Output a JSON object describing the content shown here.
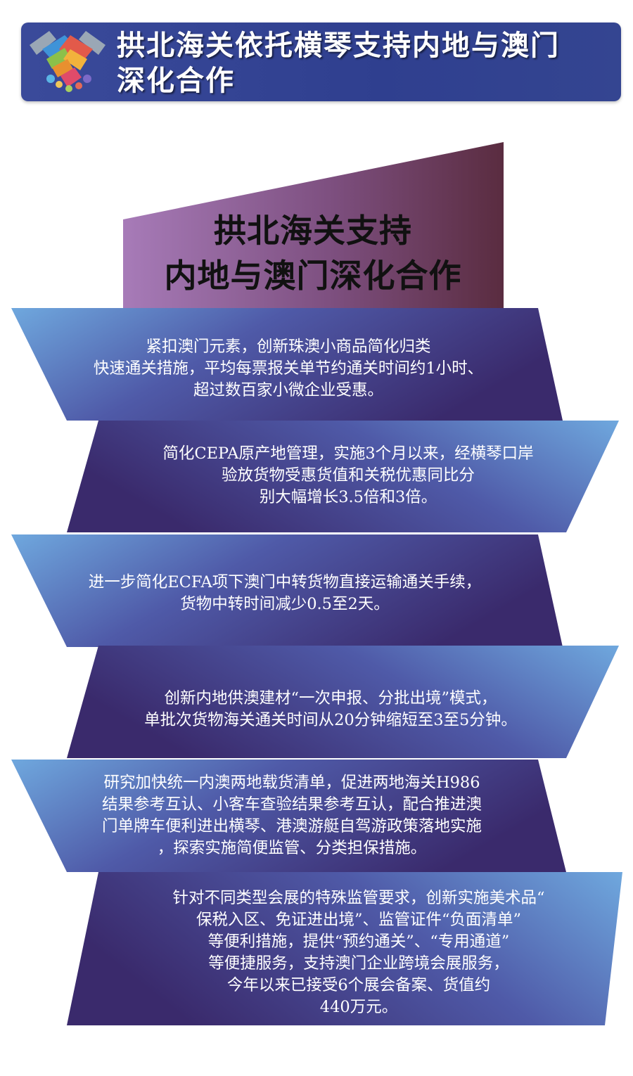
{
  "header": {
    "title_line1": "拱北海关依托横琴支持内地与澳门",
    "title_line2": "深化合作",
    "icon": "handshake-icon"
  },
  "main_title": {
    "line1": "拱北海关支持",
    "line2": "内地与澳门深化合作"
  },
  "panels": [
    {
      "lines": [
        "紧扣澳门元素，创新珠澳小商品简化归类",
        "快速通关措施，平均每票报关单节约通关时间约1小时、",
        "超过数百家小微企业受惠。"
      ]
    },
    {
      "lines": [
        "简化CEPA原产地管理，实施3个月以来，经横琴口岸",
        "验放货物受惠货值和关税优惠同比分",
        "别大幅增长3.5倍和3倍。"
      ]
    },
    {
      "lines": [
        "进一步简化ECFA项下澳门中转货物直接运输通关手续，",
        "货物中转时间减少0.5至2天。"
      ]
    },
    {
      "lines": [
        "创新内地供澳建材“一次申报、分批出境”模式，",
        "单批次货物海关通关时间从20分钟缩短至3至5分钟。"
      ]
    },
    {
      "lines": [
        "研究加快统一内澳两地载货清单，促进两地海关H986",
        "结果参考互认、小客车查验结果参考互认，配合推进澳",
        "门单牌车便利进出横琴、港澳游艇自驾游政策落地实施",
        "，探索实施简便监管、分类担保措施。"
      ]
    },
    {
      "lines": [
        "针对不同类型会展的特殊监管要求，创新实施美术品“",
        "保税入区、免证进出境”、监管证件“负面清单”",
        "等便利措施，提供“预约通关”、“专用通道”",
        "等便捷服务，支持澳门企业跨境会展服务，",
        "今年以来已接受6个展会备案、货值约",
        "440万元。"
      ]
    }
  ],
  "colors": {
    "header_bg": "#33438f",
    "panel_dark": "#3b2f72",
    "panel_light": "#6a9fd8",
    "title_left": "#a070b0",
    "title_right": "#5e3048"
  }
}
